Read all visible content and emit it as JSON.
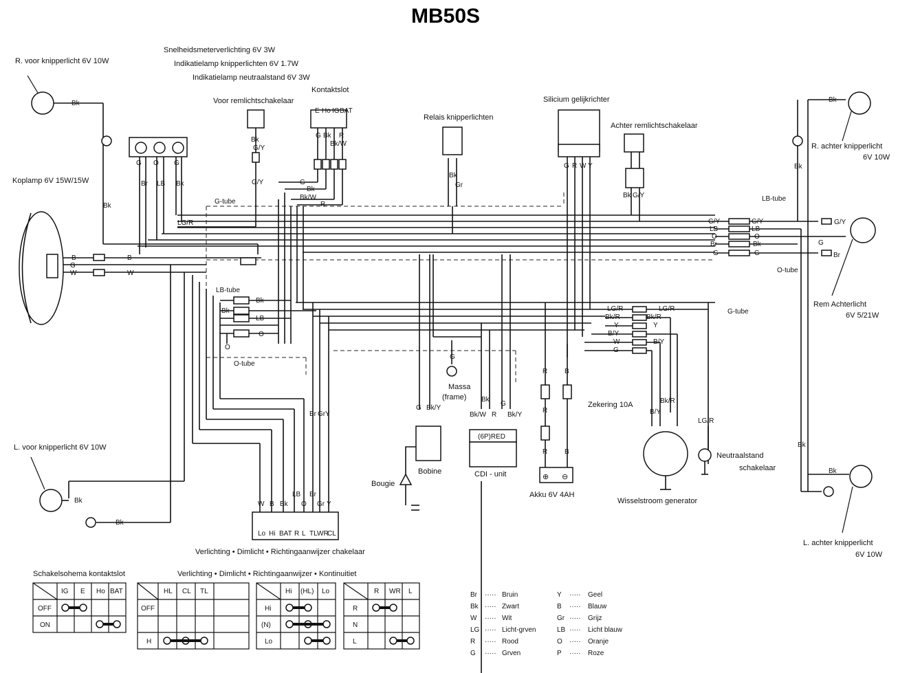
{
  "title": "MB50S",
  "labels": {
    "r_voor": "R. voor knipperlicht 6V 10W",
    "snelheid": "Snelheidsmeterverlichting 6V 3W",
    "ind_knip": "Indikatielamp knipperlichten 6V 1.7W",
    "ind_neutraal": "Indikatielamp neutraalstand 6V 3W",
    "voor_rem": "Voor remlichtschakelaar",
    "kontaktslot": "Kontaktslot",
    "relais": "Relais knipperlichten",
    "silicium": "Silicium gelijkrichter",
    "achter_rem": "Achter remlichtschakelaar",
    "r_achter_1": "R. achter knipperlicht",
    "r_achter_2": "6V 10W",
    "koplamp": "Koplamp 6V 15W/15W",
    "lb_tube_left": "LB-tube",
    "g_tube_left": "G-tube",
    "o_tube_left": "O-tube",
    "lb_tube_right": "LB-tube",
    "o_tube_right": "O-tube",
    "g_tube_right": "G-tube",
    "rem_achter_1": "Rem Achterlicht",
    "rem_achter_2": "6V 5/21W",
    "l_voor": "L. voor knipperlicht 6V 10W",
    "massa_1": "Massa",
    "massa_2": "(frame)",
    "bougie": "Bougie",
    "bobine": "Bobine",
    "cdi_unit": "CDI - unit",
    "cdi_conn": "(6P)RED",
    "zekering": "Zekering 10A",
    "akku": "Akku 6V 4AH",
    "wissel": "Wisselstroom generator",
    "neutraal_1": "Neutraalstand",
    "neutraal_2": "schakelaar",
    "l_achter_1": "L. achter knipperlicht",
    "l_achter_2": "6V 10W",
    "verlichting_sw": "Verlichting • Dimlicht • Richtingaanwijzer chakelaar"
  },
  "switch_box_terminals": [
    "Lo",
    "Hi",
    "BAT",
    "R",
    "L",
    "TL",
    "WR",
    "CL"
  ],
  "switch_box_wires": [
    "W",
    "B",
    "Bk",
    "LB",
    "O",
    "Br",
    "Gr",
    "Y"
  ],
  "kontaktslot_terminals": [
    "E",
    "Ho",
    "IG",
    "BAT"
  ],
  "tables_header": {
    "left": "Schakelsohema kontaktslot",
    "middle": "Verlichting • Dimlicht • Richtingaanwijzer • Kontinuitiet"
  },
  "table1": {
    "cols": [
      "IG",
      "E",
      "Ho",
      "BAT"
    ],
    "rows": [
      "OFF",
      "ON"
    ]
  },
  "table2": {
    "cols": [
      "HL",
      "CL",
      "TL"
    ],
    "rows": [
      "OFF",
      "H"
    ]
  },
  "table3": {
    "cols": [
      "Hi",
      "(HL)",
      "Lo"
    ],
    "rows": [
      "Hi",
      "(N)",
      "Lo"
    ]
  },
  "table4": {
    "cols": [
      "R",
      "WR",
      "L"
    ],
    "rows": [
      "R",
      "N",
      "L"
    ]
  },
  "legend": [
    {
      "code": "Br",
      "name": "Bruin"
    },
    {
      "code": "Bk",
      "name": "Zwart"
    },
    {
      "code": "W",
      "name": "Wit"
    },
    {
      "code": "LG",
      "name": "Licht-grven"
    },
    {
      "code": "R",
      "name": "Rood"
    },
    {
      "code": "G",
      "name": "Grven"
    },
    {
      "code": "Y",
      "name": "Geel"
    },
    {
      "code": "B",
      "name": "Blauw"
    },
    {
      "code": "Gr",
      "name": "Grijz"
    },
    {
      "code": "LB",
      "name": "Licht blauw"
    },
    {
      "code": "O",
      "name": "Oranje"
    },
    {
      "code": "P",
      "name": "Roze"
    }
  ],
  "wire_codes": {
    "bk": "Bk",
    "b": "B",
    "w": "W",
    "g": "G",
    "br": "Br",
    "o": "O",
    "lb": "LB",
    "gy": "G/Y",
    "lgr": "LG/R",
    "bkw": "Bk/W",
    "r": "R",
    "gr": "Gr",
    "bkr": "Bk/R",
    "by": "B/Y",
    "bky": "Bk/Y",
    "y": "Y",
    "bky2": "Bk/Y",
    "bkr2": "Bk/R",
    "by2": "B/Y"
  }
}
